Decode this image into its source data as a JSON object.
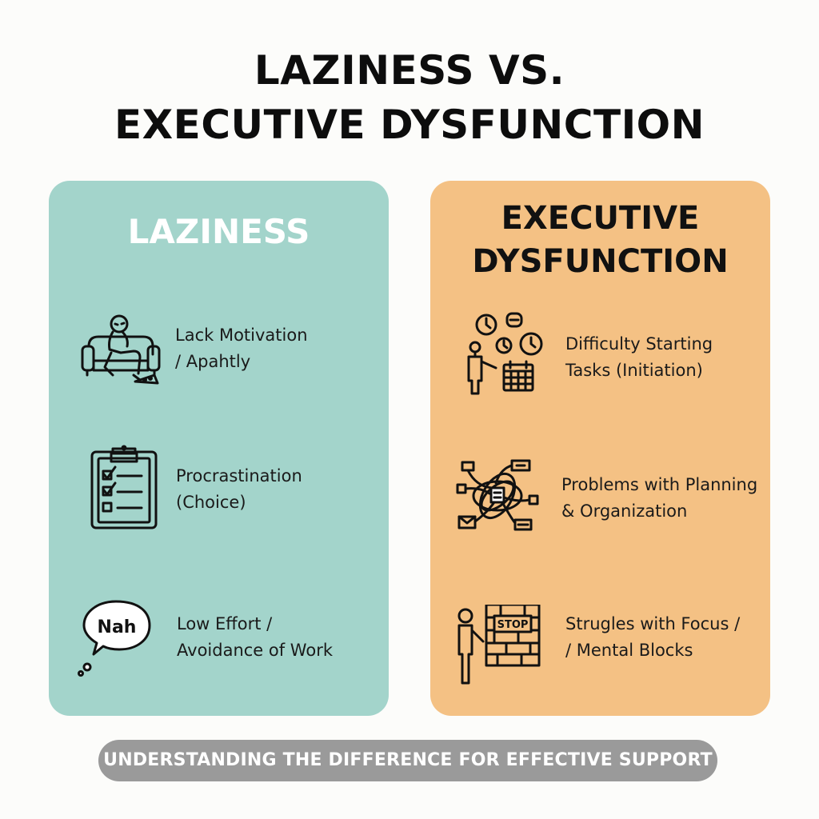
{
  "title": {
    "line1": "LAZINESS VS.",
    "line2": "EXECUTIVE DYSFUNCTION"
  },
  "laziness": {
    "heading": "LAZINESS",
    "items": [
      {
        "icon": "person-slouching-on-couch-icon",
        "line1": "Lack Motivation",
        "line2": "/ Apahtly"
      },
      {
        "icon": "clipboard-checklist-icon",
        "line1": "Procrastination",
        "line2": "(Choice)"
      },
      {
        "icon": "speech-bubble-icon",
        "bubble_text": "Nah",
        "line1": "Low Effort /",
        "line2": "Avoidance of Work"
      }
    ]
  },
  "executive_dysfunction": {
    "heading_line1": "EXECUTIVE",
    "heading_line2": "DYSFUNCTION",
    "items": [
      {
        "icon": "person-with-clocks-and-calendar-icon",
        "line1": "Difficulty Starting",
        "line2": "Tasks (Initiation)"
      },
      {
        "icon": "tangled-flowchart-icon",
        "line1": "Problems with Planning",
        "line2": "& Organization"
      },
      {
        "icon": "person-facing-stop-wall-icon",
        "wall_sign": "STOP",
        "line1": "Strugles with Focus /",
        "line2": "/ Mental Blocks"
      }
    ]
  },
  "footer": {
    "text": "UNDERSTANDING THE DIFFERENCE FOR EFFECTIVE SUPPORT"
  },
  "colors": {
    "laziness_panel": "#a3d4cb",
    "executive_panel": "#f4c184",
    "footer_pill": "#9a9a9a"
  }
}
